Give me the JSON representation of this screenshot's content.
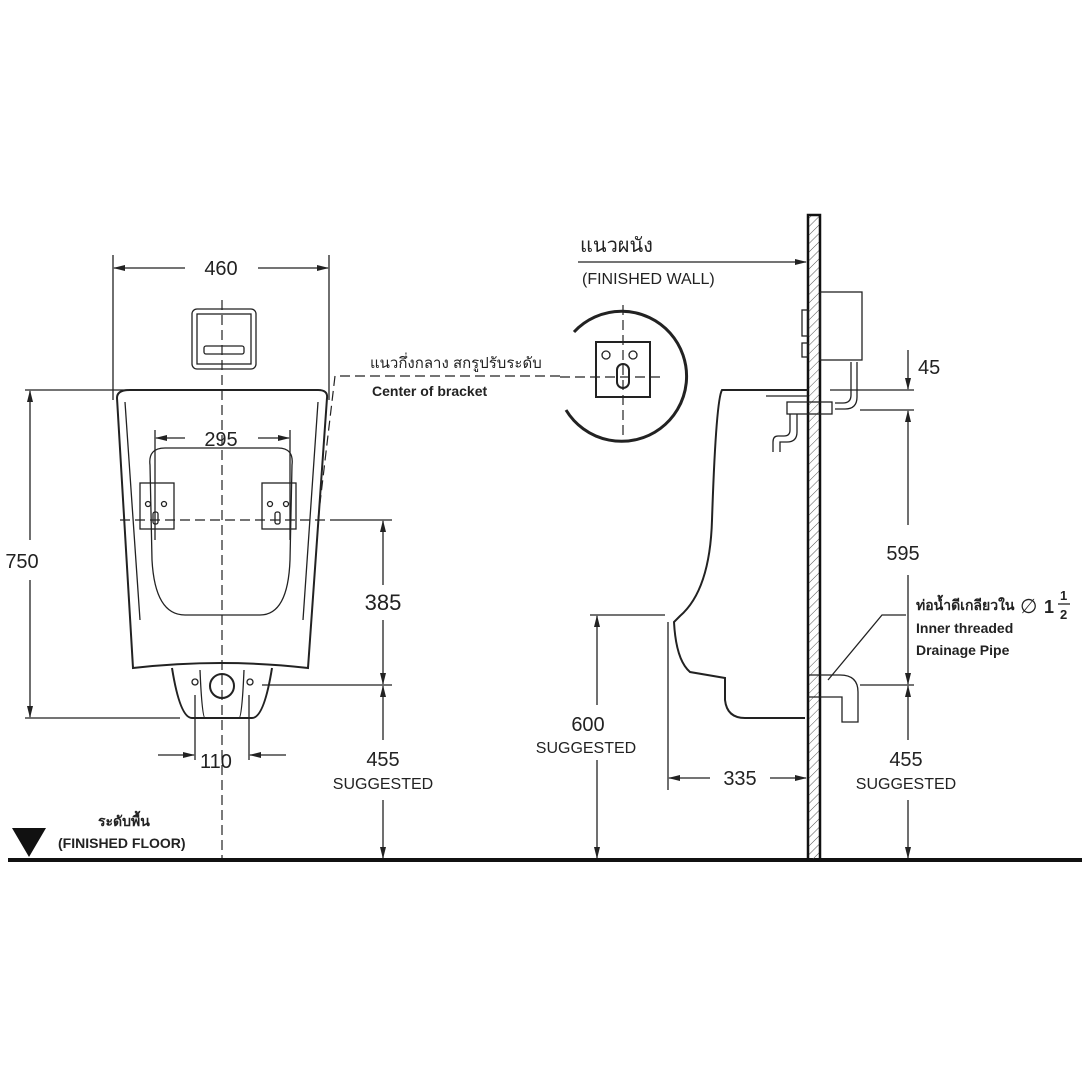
{
  "front_view": {
    "width_dim": "460",
    "bracket_spacing_dim": "295",
    "height_dim": "750",
    "bracket_to_drain_dim": "385",
    "drain_height_dim": "455",
    "drain_height_note": "SUGGESTED",
    "hole_spacing_dim": "110",
    "bracket_label_thai": "แนวกึ่งกลาง สกรูปรับระดับ",
    "bracket_label_en": "Center of bracket"
  },
  "floor": {
    "label_thai": "ระดับพื้น",
    "label_en": "(FINISHED FLOOR)"
  },
  "side_view": {
    "wall_label_thai": "แนวผนัง",
    "wall_label_en": "(FINISHED WALL)",
    "supply_offset_dim": "45",
    "supply_to_drain_dim": "595",
    "rim_height_dim": "600",
    "rim_height_note": "SUGGESTED",
    "projection_dim": "335",
    "drain_height_dim": "455",
    "drain_height_note": "SUGGESTED",
    "pipe_label_thai": "ท่อน้ำดีเกลียวใน",
    "pipe_diameter_symbol": "∅",
    "pipe_size_whole": "1",
    "pipe_size_num": "1",
    "pipe_size_den": "2",
    "pipe_label_en_1": "Inner threaded",
    "pipe_label_en_2": "Drainage Pipe"
  }
}
